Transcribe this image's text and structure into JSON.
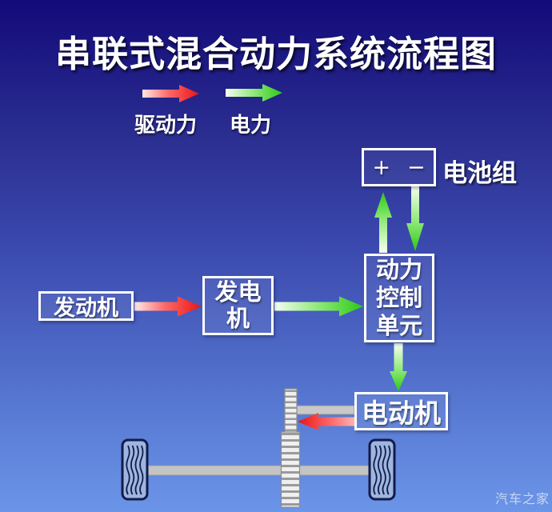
{
  "title": "串联式混合动力系统流程图",
  "legend": {
    "drive_label": "驱动力",
    "power_label": "电力",
    "drive_color": "#e81414",
    "power_color": "#2cc916"
  },
  "colors": {
    "bg_top": "#130a7a",
    "bg_mid": "#3b49ae",
    "bg_bottom": "#6b95e8",
    "box_border": "#ffffff",
    "text": "#ffffff",
    "shaft_gray": "#c4c4c4",
    "wheel_outline": "#131b4a"
  },
  "nodes": {
    "battery": {
      "label": "电池组",
      "plus": "+",
      "minus": "−"
    },
    "engine": {
      "label": "发动机"
    },
    "generator": {
      "line1": "发电",
      "line2": "机"
    },
    "pcu": {
      "line1": "动力",
      "line2": "控制",
      "line3": "单元"
    },
    "motor": {
      "label": "电动机"
    }
  },
  "watermark": "汽车之家"
}
